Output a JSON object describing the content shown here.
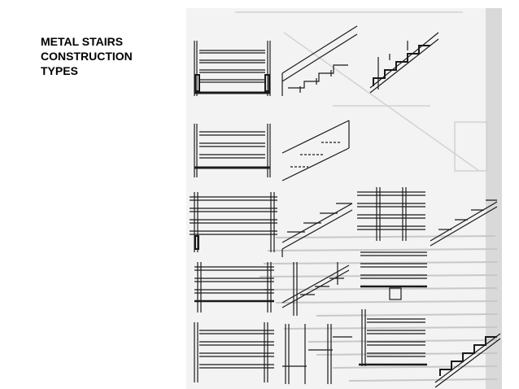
{
  "slide": {
    "title_lines": [
      "METAL STAIRS",
      "CONSTRUCTION",
      "TYPES"
    ]
  },
  "figure": {
    "description_free": true,
    "colors": {
      "paper": "#f2f2f2",
      "ink": "#1a1a1a",
      "bleed": "#c9c9c9"
    }
  }
}
